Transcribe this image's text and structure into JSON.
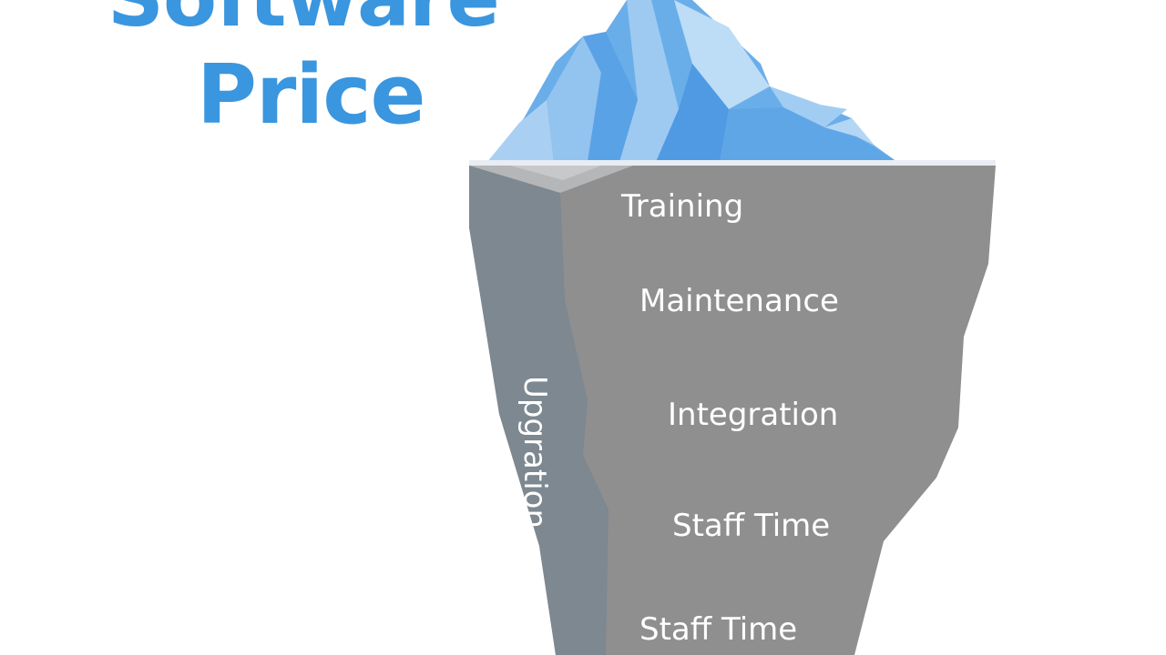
{
  "title": {
    "line1": "Software",
    "line2": "Price"
  },
  "iceberg": {
    "tip_color": "#6aaee9",
    "body_color": "#8f8f8f",
    "side_color": "#7d8890",
    "labels": {
      "training": "Training",
      "maintenance": "Maintenance",
      "integration": "Integration",
      "staff_time_1": "Staff Time",
      "staff_time_2": "Staff Time",
      "upgration": "Upgration"
    }
  }
}
